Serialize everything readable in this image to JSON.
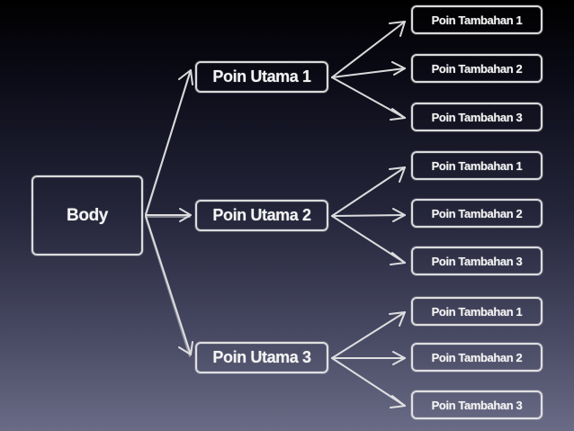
{
  "root": {
    "label": "Body"
  },
  "branches": [
    {
      "label": "Poin Utama 1",
      "children": [
        "Poin Tambahan 1",
        "Poin Tambahan 2",
        "Poin Tambahan 3"
      ]
    },
    {
      "label": "Poin Utama 2",
      "children": [
        "Poin Tambahan 1",
        "Poin Tambahan 2",
        "Poin Tambahan 3"
      ]
    },
    {
      "label": "Poin Utama 3",
      "children": [
        "Poin Tambahan 1",
        "Poin Tambahan 2",
        "Poin Tambahan 3"
      ]
    }
  ],
  "colors": {
    "stroke": "#ebebeb",
    "text": "#f4f4f4",
    "background_top": "#000000",
    "background_bottom": "#6a6b86"
  }
}
